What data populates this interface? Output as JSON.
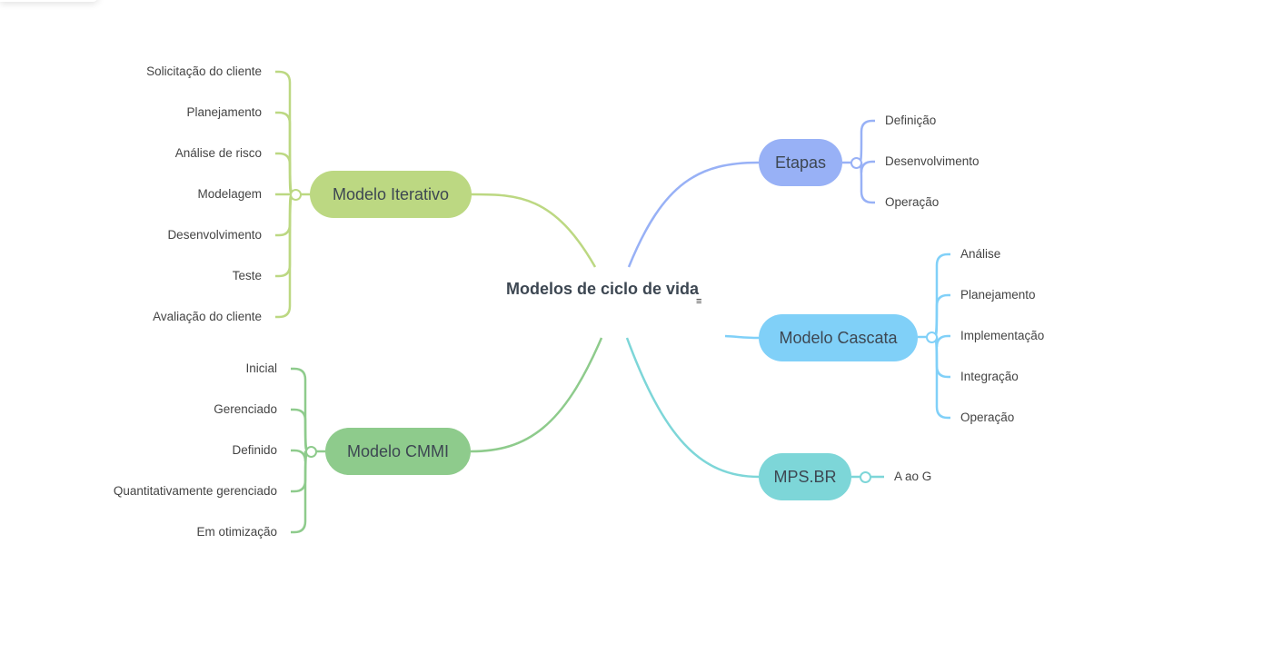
{
  "central": {
    "title": "Modelos de ciclo de vida",
    "note_icon": "notes-icon"
  },
  "colors": {
    "iterativo": "#bcd882",
    "cmmi": "#8ecb8c",
    "etapas": "#98b1f6",
    "cascata": "#80d0f8",
    "mpsbr": "#7dd6d8"
  },
  "branches": {
    "iterativo": {
      "label": "Modelo Iterativo",
      "items": [
        "Solicitação do cliente",
        "Planejamento",
        "Análise de risco",
        "Modelagem",
        "Desenvolvimento",
        "Teste",
        "Avaliação do cliente"
      ]
    },
    "cmmi": {
      "label": "Modelo CMMI",
      "items": [
        "Inicial",
        "Gerenciado",
        "Definido",
        "Quantitativamente gerenciado",
        "Em otimização"
      ]
    },
    "etapas": {
      "label": "Etapas",
      "items": [
        "Definição",
        "Desenvolvimento",
        "Operação"
      ]
    },
    "cascata": {
      "label": "Modelo Cascata",
      "items": [
        "Análise",
        "Planejamento",
        "Implementação",
        "Integração",
        "Operação"
      ]
    },
    "mpsbr": {
      "label": "MPS.BR",
      "items": [
        "A ao G"
      ]
    }
  }
}
